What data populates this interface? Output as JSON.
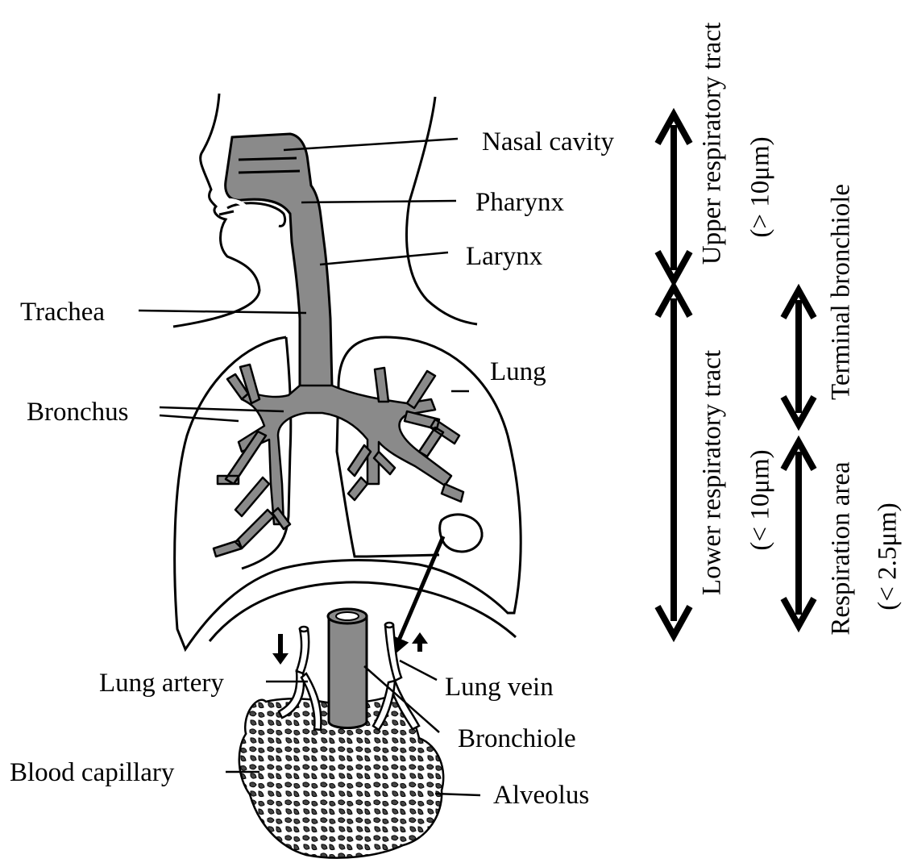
{
  "labels": {
    "nasal_cavity": "Nasal cavity",
    "pharynx": "Pharynx",
    "larynx": "Larynx",
    "trachea": "Trachea",
    "lung": "Lung",
    "bronchus": "Bronchus",
    "lung_artery": "Lung artery",
    "lung_vein": "Lung vein",
    "bronchiole": "Bronchiole",
    "blood_capillary": "Blood capillary",
    "alveolus": "Alveolus"
  },
  "ranges": {
    "upper_tract": "Upper respiratory tract",
    "upper_size": "(> 10μm)",
    "lower_tract": "Lower respiratory tract",
    "lower_size": "(< 10μm)",
    "terminal_bronchiole": "Terminal bronchiole",
    "respiration_area": "Respiration area",
    "respiration_size": "(< 2.5μm)"
  },
  "colors": {
    "airway_fill": "#8a8a8a",
    "ink": "#000000",
    "background": "#ffffff"
  }
}
